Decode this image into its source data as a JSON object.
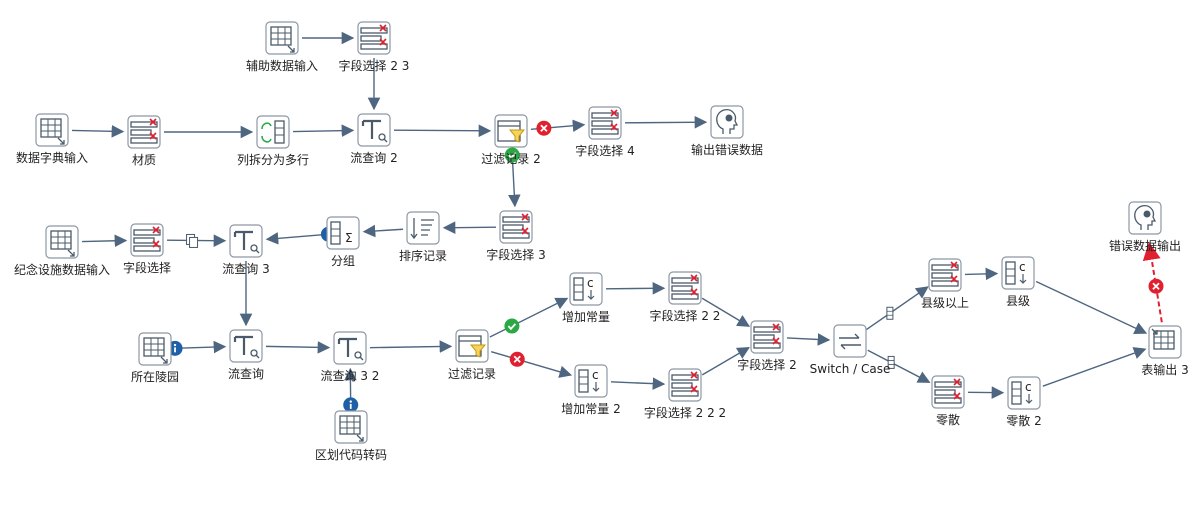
{
  "diagram": {
    "colors": {
      "hop": "#4e6680",
      "hop_error": "#e0202e",
      "ok_badge": "#2aa844",
      "err_badge": "#e0202e",
      "info_badge": "#1f5fa8",
      "icon": "#4a5a6a",
      "box_border": "#8c98a4"
    },
    "steps": {
      "aux_input": {
        "label": "辅助数据输入",
        "icon": "table-input-icon"
      },
      "select_23": {
        "label": "字段选择 2 3",
        "icon": "select-values-icon"
      },
      "dict_input": {
        "label": "数据字典输入",
        "icon": "table-input-icon"
      },
      "material": {
        "label": "材质",
        "icon": "select-values-icon"
      },
      "split_rows": {
        "label": "列拆分为多行",
        "icon": "split-rows-icon"
      },
      "lookup_2": {
        "label": "流查询 2",
        "icon": "stream-lookup-icon"
      },
      "filter_2": {
        "label": "过滤记录 2",
        "icon": "filter-icon"
      },
      "select_4": {
        "label": "字段选择 4",
        "icon": "select-values-icon"
      },
      "output_err_data": {
        "label": "输出错误数据",
        "icon": "output-head-icon"
      },
      "memorial_input": {
        "label": "纪念设施数据输入",
        "icon": "table-input-icon"
      },
      "select": {
        "label": "字段选择",
        "icon": "select-values-icon"
      },
      "lookup_3": {
        "label": "流查询 3",
        "icon": "stream-lookup-icon"
      },
      "group": {
        "label": "分组",
        "icon": "group-by-icon"
      },
      "sort": {
        "label": "排序记录",
        "icon": "sort-icon"
      },
      "select_3": {
        "label": "字段选择 3",
        "icon": "select-values-icon"
      },
      "cemetery": {
        "label": "所在陵园",
        "icon": "table-input-icon"
      },
      "lookup": {
        "label": "流查询",
        "icon": "stream-lookup-icon"
      },
      "lookup_32": {
        "label": "流查询 3 2",
        "icon": "stream-lookup-icon"
      },
      "region_code": {
        "label": "区划代码转码",
        "icon": "table-input-icon"
      },
      "filter": {
        "label": "过滤记录",
        "icon": "filter-icon"
      },
      "add_const": {
        "label": "增加常量",
        "icon": "add-constant-icon"
      },
      "add_const_2": {
        "label": "增加常量 2",
        "icon": "add-constant-icon"
      },
      "select_22": {
        "label": "字段选择 2 2",
        "icon": "select-values-icon"
      },
      "select_222": {
        "label": "字段选择 2 2 2",
        "icon": "select-values-icon"
      },
      "select_2": {
        "label": "字段选择 2",
        "icon": "select-values-icon"
      },
      "switch_case": {
        "label": "Switch / Case",
        "icon": "switch-case-icon"
      },
      "county_above": {
        "label": "县级以上",
        "icon": "select-values-icon"
      },
      "county": {
        "label": "县级",
        "icon": "add-constant-icon"
      },
      "scattered": {
        "label": "零散",
        "icon": "select-values-icon"
      },
      "scattered_2": {
        "label": "零散 2",
        "icon": "add-constant-icon"
      },
      "table_output_3": {
        "label": "表输出 3",
        "icon": "table-output-icon"
      },
      "err_data_output": {
        "label": "错误数据输出",
        "icon": "output-head-icon"
      }
    }
  }
}
